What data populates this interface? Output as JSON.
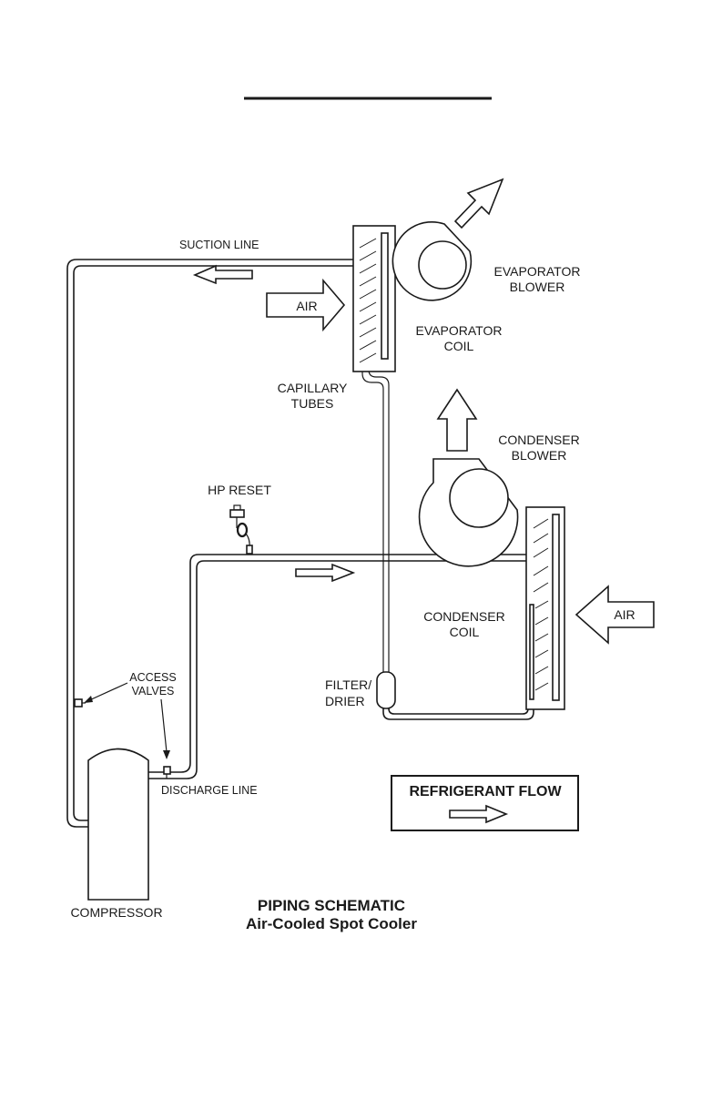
{
  "labels": {
    "suction_line": "SUCTION LINE",
    "discharge_line": "DISCHARGE LINE",
    "evaporator_blower_1": "EVAPORATOR",
    "evaporator_blower_2": "BLOWER",
    "evaporator_coil_1": "EVAPORATOR",
    "evaporator_coil_2": "COIL",
    "capillary_tubes_1": "CAPILLARY",
    "capillary_tubes_2": "TUBES",
    "condenser_blower_1": "CONDENSER",
    "condenser_blower_2": "BLOWER",
    "condenser_coil_1": "CONDENSER",
    "condenser_coil_2": "COIL",
    "hp_reset": "HP RESET",
    "access_valves_1": "ACCESS",
    "access_valves_2": "VALVES",
    "filter_drier_1": "FILTER/",
    "filter_drier_2": "DRIER",
    "compressor": "COMPRESSOR",
    "air_evaporator": "AIR",
    "air_condenser": "AIR"
  },
  "legend": {
    "title": "REFRIGERANT FLOW"
  },
  "caption": {
    "title": "PIPING SCHEMATIC",
    "subtitle": "Air-Cooled Spot Cooler"
  }
}
